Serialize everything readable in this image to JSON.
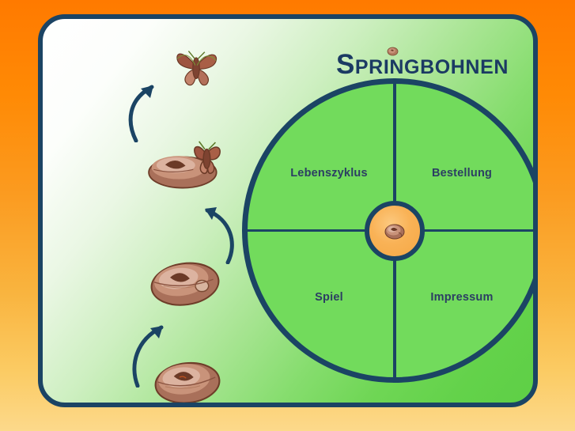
{
  "site": {
    "title_initial": "S",
    "title_rest": "PRINGBOHNEN",
    "title_full": "SPRINGBOHNEN"
  },
  "colors": {
    "backdrop_orange_top": "#FF7A00",
    "backdrop_orange_bottom": "#FCD98B",
    "panel_border_navy": "#1B4464",
    "panel_green": "#5ECF46",
    "panel_white": "#FFFFFF",
    "wheel_green": "#72DB5C",
    "hub_orange": "#F9B256",
    "label_navy": "#2C3E63",
    "title_navy": "#1B3A63",
    "bean_brown": "#A9705A",
    "bean_light": "#D9AE9B",
    "moth_brown": "#8A4A38"
  },
  "wheel": {
    "hub_icon": "jumping-bean-icon",
    "quadrants": [
      {
        "id": "lebenszyklus",
        "label": "Lebenszyklus",
        "position": "top-left"
      },
      {
        "id": "bestellung",
        "label": "Bestellung",
        "position": "top-right"
      },
      {
        "id": "spiel",
        "label": "Spiel",
        "position": "bottom-left"
      },
      {
        "id": "impressum",
        "label": "Impressum",
        "position": "bottom-right"
      }
    ]
  },
  "lifecycle": {
    "stages": [
      {
        "id": "bean-whole",
        "icon": "bean-icon"
      },
      {
        "id": "bean-opening",
        "icon": "bean-opening-icon"
      },
      {
        "id": "moth-emerging",
        "icon": "moth-emerging-icon"
      },
      {
        "id": "moth",
        "icon": "moth-icon"
      }
    ],
    "arrows": [
      {
        "id": "arrow-1",
        "icon": "curved-arrow-up-icon"
      },
      {
        "id": "arrow-2",
        "icon": "curved-arrow-up-icon"
      },
      {
        "id": "arrow-3",
        "icon": "curved-arrow-up-icon"
      }
    ]
  }
}
